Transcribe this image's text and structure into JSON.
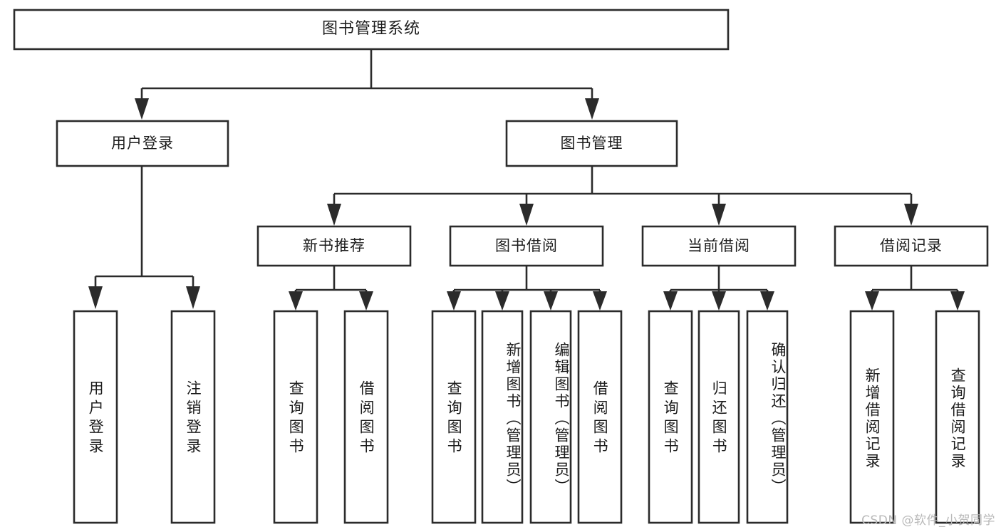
{
  "diagram": {
    "title": "图书管理系统",
    "type": "hierarchy-tree",
    "colors": {
      "box_stroke": "#2b2b2b",
      "box_fill": "#ffffff",
      "text": "#1c1c1c",
      "background": "#ffffff",
      "watermark": "#b9b9b9"
    },
    "levels": [
      {
        "level": 1,
        "nodes": [
          {
            "id": "root",
            "label": "图书管理系统",
            "orientation": "horizontal"
          }
        ]
      },
      {
        "level": 2,
        "nodes": [
          {
            "id": "user-login",
            "label": "用户登录",
            "orientation": "horizontal",
            "parent": "root"
          },
          {
            "id": "book-manage",
            "label": "图书管理",
            "orientation": "horizontal",
            "parent": "root"
          }
        ]
      },
      {
        "level": 3,
        "nodes": [
          {
            "id": "new-book-recommend",
            "label": "新书推荐",
            "orientation": "horizontal",
            "parent": "book-manage"
          },
          {
            "id": "book-borrow",
            "label": "图书借阅",
            "orientation": "horizontal",
            "parent": "book-manage"
          },
          {
            "id": "current-borrow",
            "label": "当前借阅",
            "orientation": "horizontal",
            "parent": "book-manage"
          },
          {
            "id": "borrow-record",
            "label": "借阅记录",
            "orientation": "horizontal",
            "parent": "book-manage"
          }
        ]
      },
      {
        "level": 4,
        "nodes": [
          {
            "id": "leaf-user-login",
            "label": "用户登录",
            "orientation": "vertical",
            "parent": "user-login"
          },
          {
            "id": "leaf-logout-login",
            "label": "注销登录",
            "orientation": "vertical",
            "parent": "user-login"
          },
          {
            "id": "leaf-query-book-1",
            "label": "查询图书",
            "orientation": "vertical",
            "parent": "new-book-recommend"
          },
          {
            "id": "leaf-borrow-book-1",
            "label": "借阅图书",
            "orientation": "vertical",
            "parent": "new-book-recommend"
          },
          {
            "id": "leaf-query-book-2",
            "label": "查询图书",
            "orientation": "vertical",
            "parent": "book-borrow"
          },
          {
            "id": "leaf-add-book",
            "label": "新增图书（管理员）",
            "orientation": "vertical",
            "parent": "book-borrow"
          },
          {
            "id": "leaf-edit-book",
            "label": "编辑图书（管理员）",
            "orientation": "vertical",
            "parent": "book-borrow"
          },
          {
            "id": "leaf-borrow-book-2",
            "label": "借阅图书",
            "orientation": "vertical",
            "parent": "book-borrow"
          },
          {
            "id": "leaf-query-book-3",
            "label": "查询图书",
            "orientation": "vertical",
            "parent": "current-borrow"
          },
          {
            "id": "leaf-return-book",
            "label": "归还图书",
            "orientation": "vertical",
            "parent": "current-borrow"
          },
          {
            "id": "leaf-confirm-return",
            "label": "确认归还（管理员）",
            "orientation": "vertical",
            "parent": "current-borrow"
          },
          {
            "id": "leaf-add-record",
            "label": "新增借阅记录",
            "orientation": "vertical",
            "parent": "borrow-record"
          },
          {
            "id": "leaf-query-record",
            "label": "查询借阅记录",
            "orientation": "vertical",
            "parent": "borrow-record"
          }
        ]
      }
    ]
  },
  "watermark": {
    "text": "CSDN @软件_小贺同学"
  }
}
